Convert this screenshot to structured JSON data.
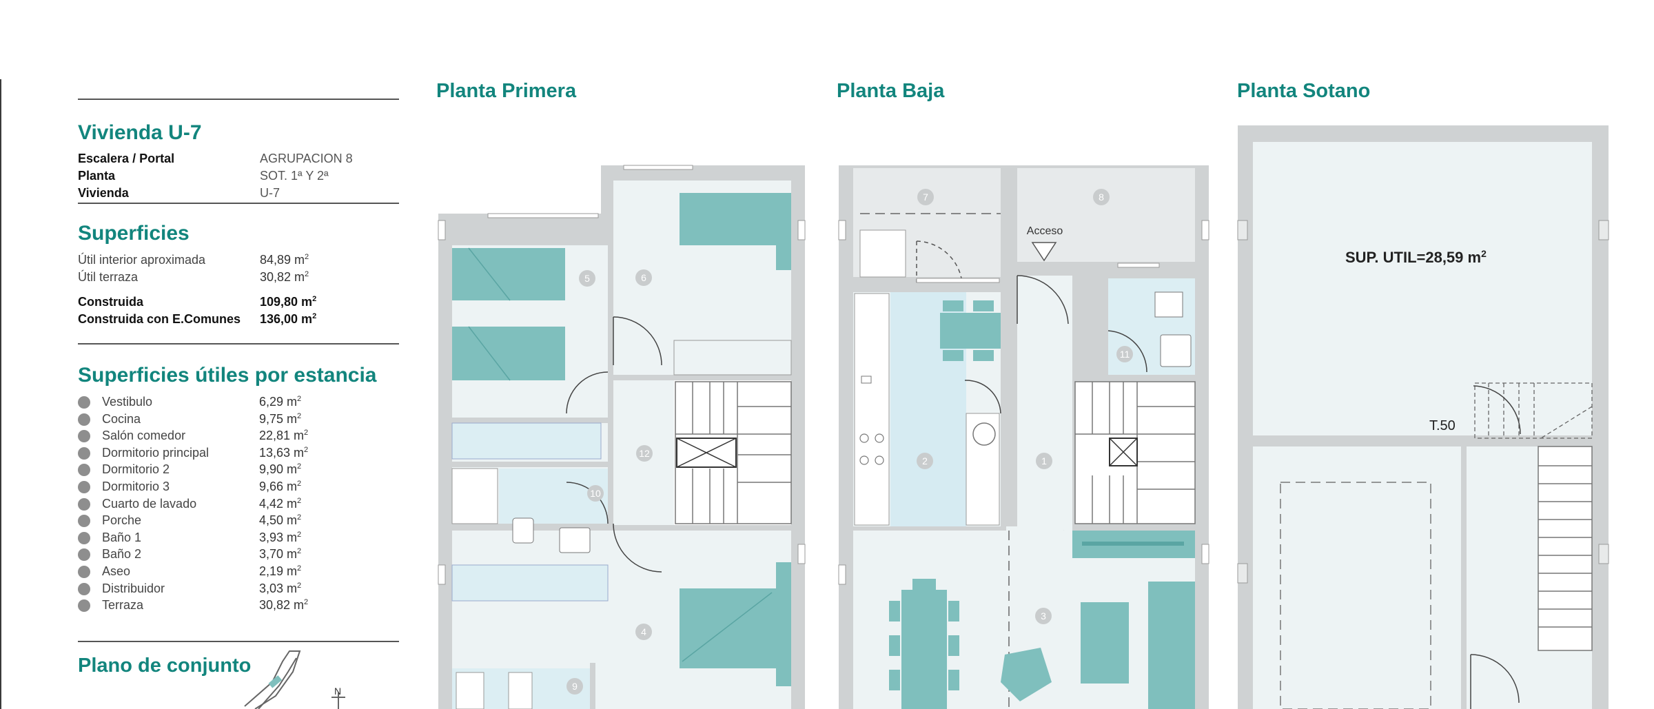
{
  "unit": {
    "title": "Vivienda U-7",
    "specs": [
      {
        "label": "Escalera / Portal",
        "value": "AGRUPACION 8"
      },
      {
        "label": "Planta",
        "value": "SOT. 1ª Y 2ª"
      },
      {
        "label": "Vivienda",
        "value": "U-7"
      }
    ]
  },
  "surfaces": {
    "title": "Superficies",
    "rows": [
      {
        "label": "Útil interior aproximada",
        "value": "84,89 m",
        "unit_sup": "2",
        "bold": false
      },
      {
        "label": "Útil terraza",
        "value": "30,82 m",
        "unit_sup": "2",
        "bold": false
      },
      {
        "label": "Construida",
        "value": "109,80 m",
        "unit_sup": "2",
        "bold": true
      },
      {
        "label": "Construida con E.Comunes",
        "value": "136,00 m",
        "unit_sup": "2",
        "bold": true
      }
    ]
  },
  "rooms": {
    "title": "Superficies útiles por estancia",
    "items": [
      {
        "name": "Vestibulo",
        "value": "6,29 m"
      },
      {
        "name": "Cocina",
        "value": "9,75 m"
      },
      {
        "name": "Salón comedor",
        "value": "22,81 m"
      },
      {
        "name": "Dormitorio principal",
        "value": "13,63 m"
      },
      {
        "name": "Dormitorio 2",
        "value": "9,90 m"
      },
      {
        "name": "Dormitorio 3",
        "value": "9,66 m"
      },
      {
        "name": "Cuarto de lavado",
        "value": "4,42 m"
      },
      {
        "name": "Porche",
        "value": "4,50 m"
      },
      {
        "name": "Baño 1",
        "value": "3,93 m"
      },
      {
        "name": "Baño 2",
        "value": "3,70 m"
      },
      {
        "name": "Aseo",
        "value": "2,19 m"
      },
      {
        "name": "Distribuidor",
        "value": "3,03 m"
      },
      {
        "name": "Terraza",
        "value": "30,82 m"
      }
    ],
    "unit_sup": "2"
  },
  "conjunto": {
    "title": "Plano de conjunto",
    "north_label": "N"
  },
  "plans": {
    "primera": {
      "title": "Planta Primera",
      "labels": [
        "5",
        "6",
        "12",
        "10",
        "4",
        "9"
      ]
    },
    "baja": {
      "title": "Planta Baja",
      "labels": [
        "7",
        "8",
        "2",
        "1",
        "11",
        "3"
      ],
      "access_label": "Acceso"
    },
    "sotano": {
      "title": "Planta Sotano",
      "area_label": "SUP. UTIL=28,59 m",
      "area_sup": "2",
      "level_label": "T.50"
    }
  },
  "colors": {
    "accent": "#12857d",
    "furniture": "#7fbfbd",
    "wall": "#cfd2d3",
    "floor": "#edf3f4",
    "wet_floor": "#dceef3",
    "kitchen_floor": "#d6ebf2"
  }
}
